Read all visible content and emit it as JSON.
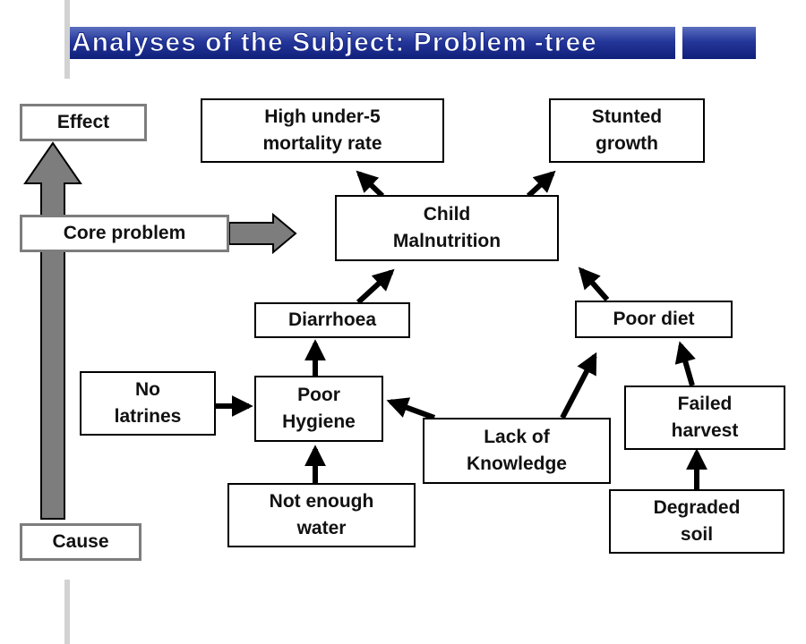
{
  "title": {
    "main": "Analyses of the Subject: Problem",
    "separator": "-",
    "tail": "tree"
  },
  "legend": {
    "effect": "Effect",
    "core_problem": "Core problem",
    "cause": "Cause"
  },
  "nodes": {
    "high_mortality": "High under-5\nmortality rate",
    "stunted_growth": "Stunted\ngrowth",
    "child_malnutrition": "Child\nMalnutrition",
    "diarrhoea": "Diarrhoea",
    "poor_diet": "Poor diet",
    "poor_hygiene": "Poor\nHygiene",
    "no_latrines": "No\nlatrines",
    "not_enough_water": "Not enough\nwater",
    "lack_of_knowledge": "Lack of\nKnowledge",
    "failed_harvest": "Failed\nharvest",
    "degraded_soil": "Degraded\nsoil"
  },
  "colors": {
    "title_fill": "#25379a",
    "legend_border": "#7d7d7d",
    "legend_arrow": "#7d7d7d",
    "margin_bar": "#d2d2d2"
  }
}
